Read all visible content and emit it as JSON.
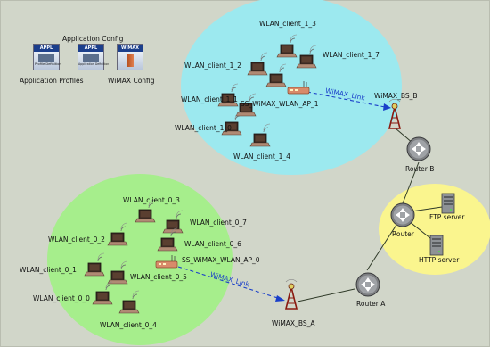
{
  "app_config": {
    "title": "Application Config",
    "profiles_label": "Application Profiles",
    "wimax_label": "WiMAX Config",
    "icons": [
      {
        "header": "APPL",
        "caption": "Profile Definition"
      },
      {
        "header": "APPL",
        "caption": "Application Definition"
      },
      {
        "header": "WiMAX",
        "caption": ""
      }
    ]
  },
  "colors": {
    "background": "#d1d6c9",
    "cell_top": "#9ce9ef",
    "cell_bottom": "#a6ee8c",
    "router_zone": "#faf58e",
    "wireless_link": "#1a3fc9",
    "wired_link": "#2f3a28"
  },
  "cell_1": {
    "clients": [
      {
        "name": "WLAN_client_1_3"
      },
      {
        "name": "WLAN_client_1_7"
      },
      {
        "name": "WLAN_client_1_2"
      },
      {
        "name": "WLAN_client_1_1"
      },
      {
        "name": "WLAN_client_1_0"
      },
      {
        "name": "WLAN_client_1_4"
      }
    ],
    "access_point": "SS_WiMAX_WLAN_AP_1",
    "link_label": "WiMAX_Link",
    "base_station": "WiMAX_BS_B"
  },
  "cell_0": {
    "clients": [
      {
        "name": "WLAN_client_0_3"
      },
      {
        "name": "WLAN_client_0_7"
      },
      {
        "name": "WLAN_client_0_2"
      },
      {
        "name": "WLAN_client_0_6"
      },
      {
        "name": "WLAN_client_0_1"
      },
      {
        "name": "WLAN_client_0_5"
      },
      {
        "name": "WLAN_client_0_0"
      },
      {
        "name": "WLAN_client_0_4"
      }
    ],
    "access_point": "SS_WiMAX_WLAN_AP_0",
    "link_label": "WiMAX_Link",
    "base_station": "WiMAX_BS_A"
  },
  "routers": {
    "router_b": "Router B",
    "router_a": "Router A",
    "router_core": "Router"
  },
  "servers": {
    "ftp": "FTP server",
    "http": "HTTP server"
  }
}
